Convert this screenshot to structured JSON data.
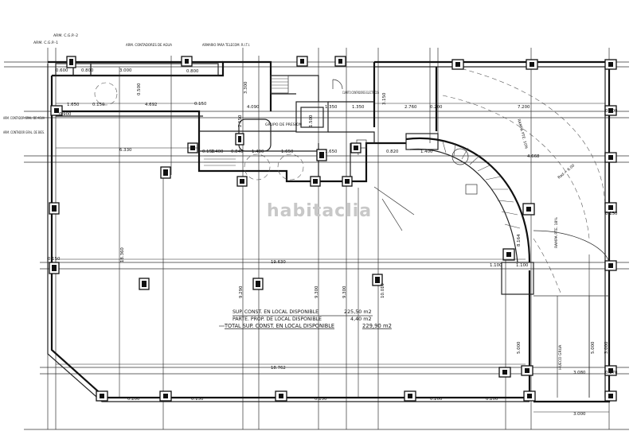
{
  "labels": {
    "arm_cgp_2": "ARM. C.G.P.-2",
    "arm_cgp_1": "ARM. C.G.P.-1",
    "arm_contadores_agua_top": "ARM. CONTADORES DE AGUA",
    "armario_telecom": "ARMARIO PARA TELECOM. R.I.T.I.",
    "arm_contador_agua": "ARM. CONTADOR GRAL. DE AGUA",
    "arm_contador_bies": "ARM. CONTADOR GRAL. DE BIES.",
    "grupo_presion": "GRUPO DE PRESION",
    "cuarto_contadores": "CUARTO CONTADORES ELECTRICOS",
    "rampa_1": "RAMPA PTE. 10%",
    "rampa_2": "RAMPA PTE. 18%",
    "hueco_grua": "HUECO GRUA",
    "rad": "Rad.= 6.00"
  },
  "dimensions": {
    "d_0600": "0.600",
    "d_0800": "0.800",
    "d_3000a": "3.000",
    "d_0800b": "0.800",
    "d_4692": "4.692",
    "d_0150a": "0.150",
    "d_1650a": "1.650",
    "d_0150b": "0.150",
    "d_0900": "0.900",
    "d_6330": "6.330",
    "d_4090": "4.090",
    "d_1350": "1.350",
    "d_1350b": "1.350",
    "d_2760": "2.760",
    "d_0200a": "0.200",
    "d_7200": "7.200",
    "d_0200b": "0.200",
    "d_4668": "4.668",
    "d_0150c": "0.150",
    "d_1400a": "1.400",
    "d_0840": "0.840",
    "d_1400b": "1.400",
    "d_1650b": "1.650",
    "d_1650c": "1.650",
    "d_0820": "0.820",
    "d_1400c": "1.400",
    "d_19630": "19.630",
    "d_0150d": "0.150",
    "d_1100a": "1.100",
    "d_1100b": "1.100",
    "d_0150e": "0.150",
    "d_18360": "18.360",
    "d_9290": "9.290",
    "d_9300": "9.300",
    "d_9300b": "9.300",
    "d_10010": "10.010",
    "d_8164": "8.164",
    "d_5000a": "5.000",
    "d_5000b": "5.000",
    "d_3000b": "3.000",
    "d_18762": "18.762",
    "d_3000c": "3.000",
    "d_0170": "0.170",
    "d_3080": "3.080",
    "d_0150f": "0.150",
    "d_0200c": "0.200",
    "d_0150g": "0.150",
    "d_0200d": "0.200",
    "d_0200e": "0.200",
    "d_3150": "3.150",
    "d_3300": "3.300",
    "d_0500": "0.500",
    "d_1500": "1.500",
    "d_2150": "2.150"
  },
  "summary": {
    "line1_label": "SUP. CONST. EN LOCAL DISPONIBLE",
    "line1_value": "225,50 m2",
    "line2_label": "PARTE. PROP. DE LOCAL DISPONIBLE",
    "line2_value": "4,40 m2",
    "line3_label": "TOTAL SUP. CONST. EN LOCAL DISPONIBLE",
    "line3_value": "229,90 m2"
  },
  "watermark": "habitaclia"
}
